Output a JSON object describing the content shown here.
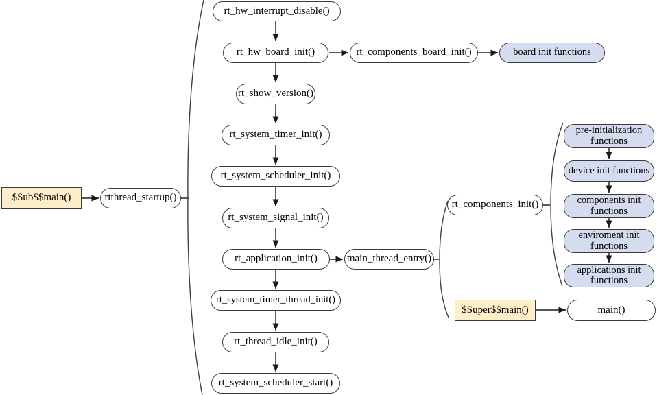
{
  "entry": {
    "sub_main": "$Sub$$main()",
    "rtthread_startup": "rtthread_startup()"
  },
  "startup_chain": [
    "rt_hw_interrupt_disable()",
    "rt_hw_board_init()",
    "rt_show_version()",
    "rt_system_timer_init()",
    "rt_system_scheduler_init()",
    "rt_system_signal_init()",
    "rt_application_init()",
    "rt_system_timer_thread_init()",
    "rt_thread_idle_init()",
    "rt_system_scheduler_start()"
  ],
  "board_branch": {
    "components_board_init": "rt_components_board_init()",
    "board_init_functions": "board init functions"
  },
  "application_branch": {
    "main_thread_entry": "main_thread_entry()",
    "components_init": "rt_components_init()",
    "super_main": "$Super$$main()",
    "main": "main()"
  },
  "init_function_groups": [
    "pre-initialization functions",
    "device init functions",
    "components init functions",
    "enviroment init functions",
    "applications init functions"
  ],
  "colors": {
    "node_fill": "#ffffff",
    "node_border": "#3a3a3a",
    "highlight_fill": "#d6dcf0",
    "entry_fill": "#fdeeca",
    "connector": "#3f3f3f",
    "arrowhead": "#1a1a1a"
  }
}
